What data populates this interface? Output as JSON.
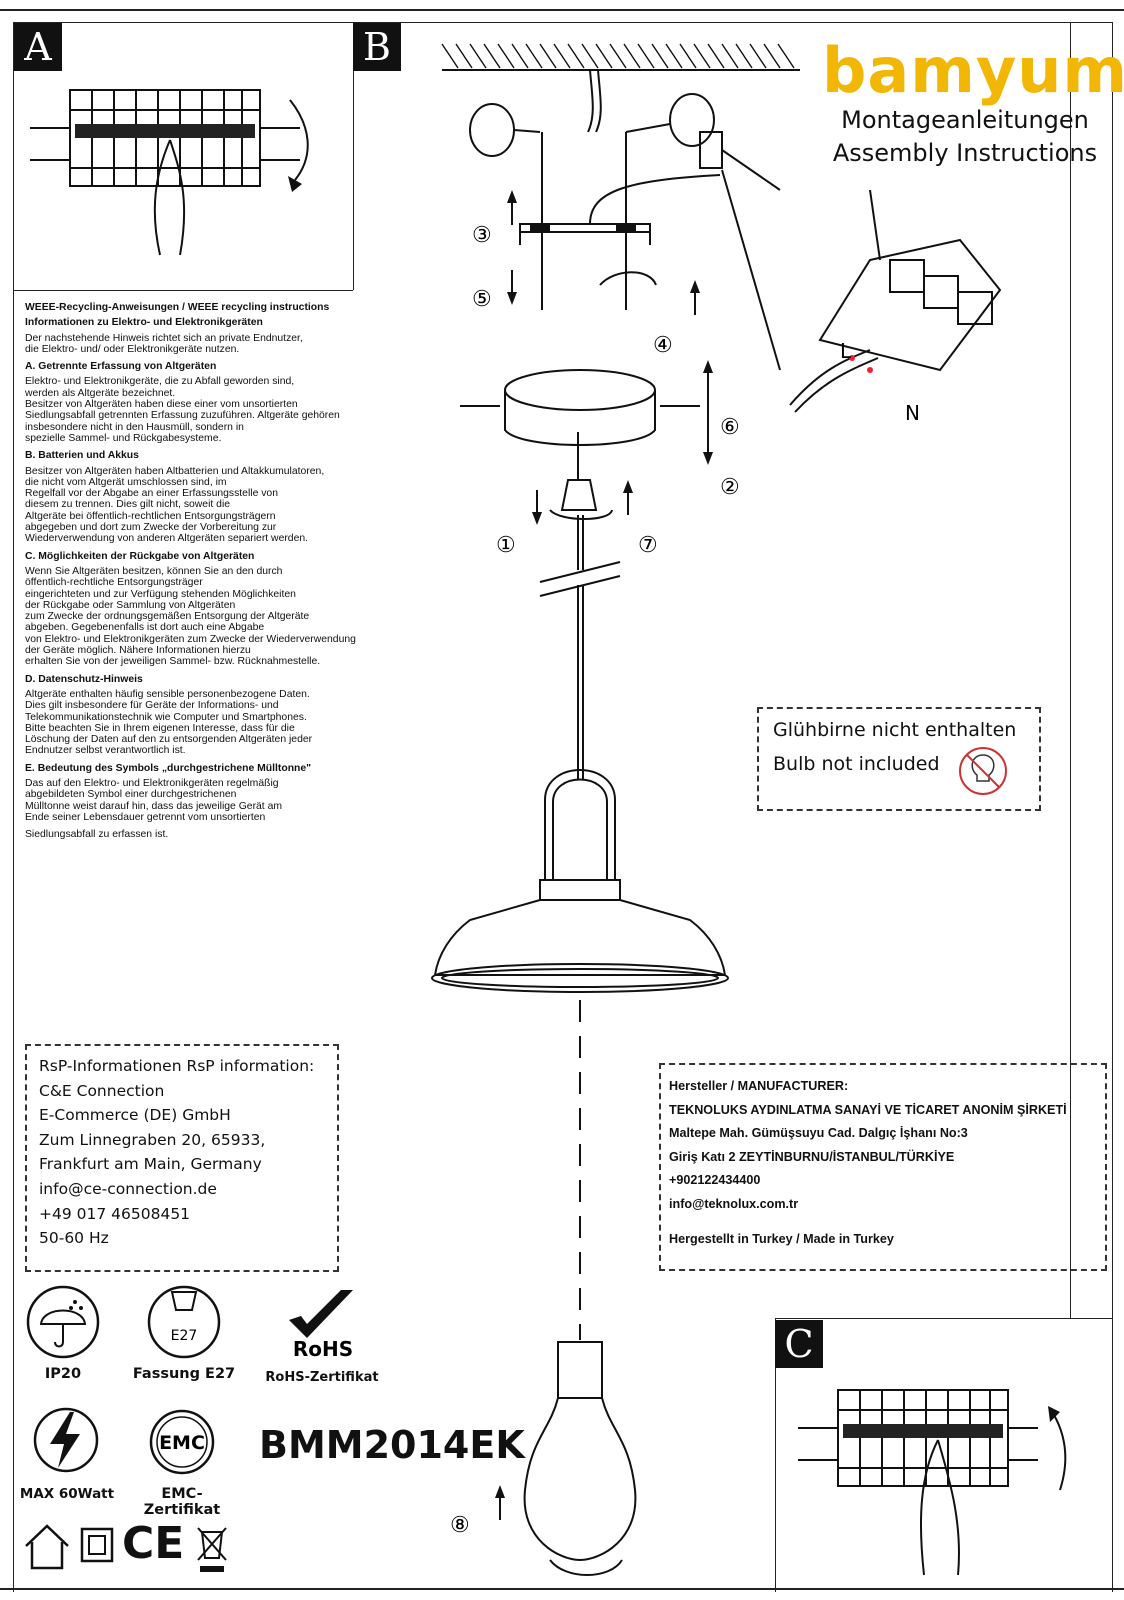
{
  "panels": {
    "a_tag": "A",
    "b_tag": "B",
    "c_tag": "C"
  },
  "brand": {
    "logo": "bamyum",
    "title_de": "Montageanleitungen",
    "title_en": "Assembly Instructions"
  },
  "weee": {
    "title": "WEEE-Recycling-Anweisungen / WEEE recycling instructions",
    "subtitle": "Informationen zu Elektro- und Elektronikgeräten",
    "intro": "Der nachstehende Hinweis richtet sich an private Endnutzer,\n die Elektro- und/ oder Elektronikgeräte nutzen.",
    "sections": [
      {
        "heading": "A. Getrennte Erfassung von Altgeräten",
        "text": "Elektro- und Elektronikgeräte, die zu Abfall geworden sind,\n werden als Altgeräte bezeichnet.\nBesitzer von Altgeräten haben diese einer vom unsortierten\nSiedlungsabfall getrennten Erfassung zuzuführen. Altgeräte gehören\ninsbesondere nicht in den Hausmüll, sondern in\nspezielle Sammel- und Rückgabesysteme."
      },
      {
        "heading": "B. Batterien und Akkus",
        "text": "Besitzer von Altgeräten haben Altbatterien und Altakkumulatoren,\n die nicht vom Altgerät umschlossen sind, im\nRegelfall vor der Abgabe an einer Erfassungsstelle von\ndiesem zu trennen. Dies gilt nicht, soweit die\nAltgeräte bei öffentlich-rechtlichen Entsorgungsträgern\nabgegeben und dort zum Zwecke der Vorbereitung zur\nWiederverwendung von anderen Altgeräten separiert werden."
      },
      {
        "heading": "C. Möglichkeiten der Rückgabe von Altgeräten",
        "text": "Wenn Sie Altgeräten besitzen, können Sie an den durch\nöffentlich-rechtliche Entsorgungsträger\neingerichteten und zur Verfügung stehenden Möglichkeiten\nder Rückgabe oder Sammlung von Altgeräten\n zum Zwecke der ordnungsgemäßen Entsorgung der Altgeräte\nabgeben. Gegebenenfalls ist dort auch eine Abgabe\n von Elektro- und Elektronikgeräten zum Zwecke der Wiederverwendung\nder Geräte möglich. Nähere Informationen hierzu\nerhalten Sie von der jeweiligen Sammel- bzw. Rücknahmestelle."
      },
      {
        "heading": "D. Datenschutz-Hinweis",
        "text": "Altgeräte enthalten häufig sensible personenbezogene Daten.\nDies gilt insbesondere für Geräte der Informations- und\nTelekommunikationstechnik wie Computer und Smartphones.\n Bitte beachten Sie in Ihrem eigenen Interesse, dass für die\nLöschung der Daten auf den zu entsorgenden Altgeräten jeder\nEndnutzer selbst verantwortlich ist."
      },
      {
        "heading": "E. Bedeutung des Symbols „durchgestrichene Mülltonne\"",
        "text": "Das auf den Elektro- und Elektronikgeräten regelmäßig\n abgebildeten Symbol einer durchgestrichenen\nMülltonne weist darauf hin, dass das jeweilige Gerät am\nEnde seiner Lebensdauer getrennt vom unsortierten"
      }
    ],
    "closing": "Siedlungsabfall zu erfassen ist."
  },
  "steps": [
    "①",
    "②",
    "③",
    "④",
    "⑤",
    "⑥",
    "⑦",
    "⑧"
  ],
  "wiring": {
    "l": "L",
    "n": "N"
  },
  "bulb_note": {
    "de": "Glühbirne nicht enthalten",
    "en": "Bulb not included"
  },
  "rsp": {
    "title": "RsP-Informationen RsP information:",
    "lines": [
      "C&E Connection",
      "E-Commerce (DE) GmbH",
      "Zum Linnegraben 20, 65933,",
      "Frankfurt am Main, Germany",
      "info@ce-connection.de",
      "+49 017 46508451",
      "50-60 Hz"
    ]
  },
  "manufacturer": {
    "lines": [
      "Hersteller / MANUFACTURER:",
      "TEKNOLUKS AYDINLATMA SANAYİ VE TİCARET ANONİM ŞİRKETİ",
      "Maltepe Mah. Gümüşsuyu Cad. Dalgıç İşhanı No:3",
      "Giriş Katı 2 ZEYTİNBURNU/İSTANBUL/TÜRKİYE",
      "+902122434400",
      "info@teknolux.com.tr"
    ],
    "made_in": "Hergestellt in Turkey / Made in Turkey"
  },
  "icons": {
    "ip20": {
      "label": "IP20"
    },
    "e27": {
      "inner": "E27",
      "label": "Fassung E27"
    },
    "rohs": {
      "mark": "RoHS",
      "label": "RoHS-Zertifikat"
    },
    "max": {
      "label": "MAX 60Watt"
    },
    "emc": {
      "mark": "EMC",
      "label": "EMC-Zertifikat"
    },
    "ce": {
      "mark": "CE"
    }
  },
  "model": "BMM2014EK"
}
